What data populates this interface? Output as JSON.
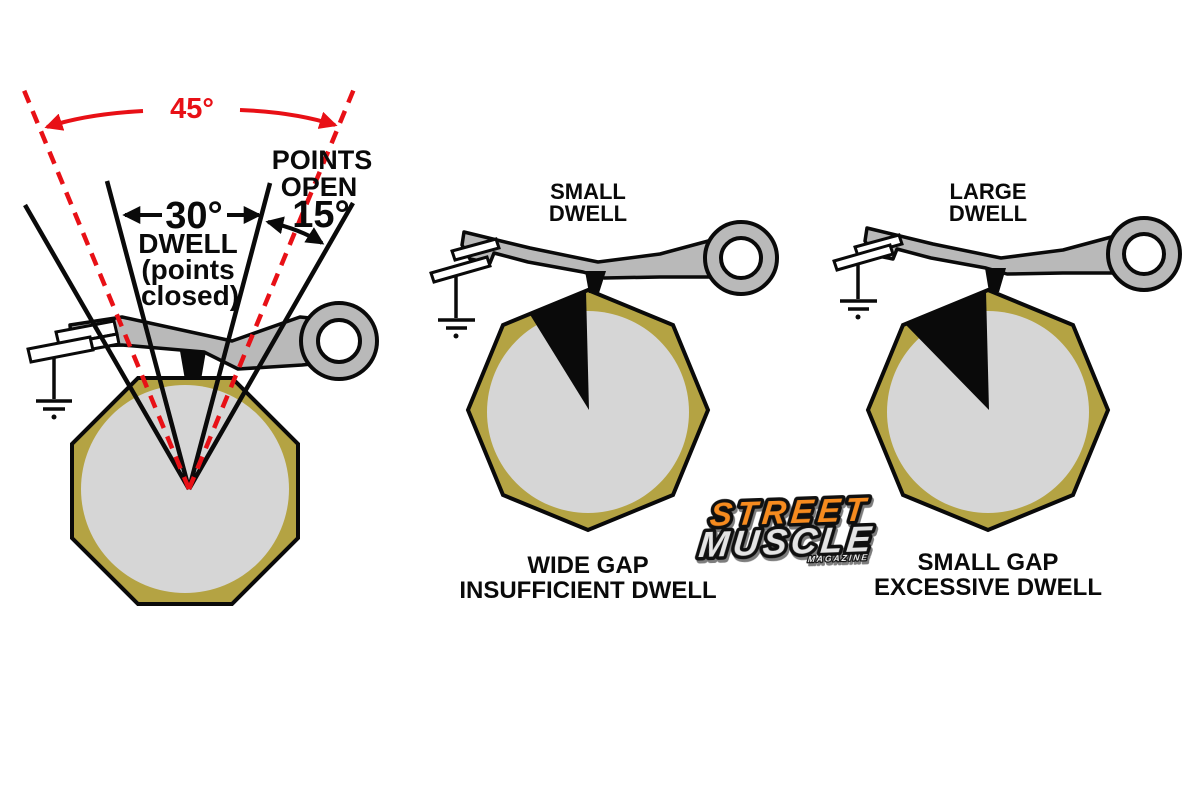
{
  "colors": {
    "cam_lobe": "#b4a343",
    "cam_face": "#d6d6d6",
    "arm_gray": "#b9b9b9",
    "outline_black": "#0a0a0a",
    "annotation_red": "#e81016",
    "logo_orange": "#f68b1f",
    "logo_silver": "#e4e4e4"
  },
  "left": {
    "rotation_total": "45°",
    "points_open_label_1": "POINTS",
    "points_open_label_2": "OPEN",
    "points_open_angle": "15°",
    "dwell_angle": "30°",
    "dwell_label_1": "DWELL",
    "dwell_label_2": "(points",
    "dwell_label_3": "closed)"
  },
  "middle": {
    "title_1": "SMALL",
    "title_2": "DWELL",
    "caption_1": "WIDE GAP",
    "caption_2": "INSUFFICIENT DWELL"
  },
  "right": {
    "title_1": "LARGE",
    "title_2": "DWELL",
    "caption_1": "SMALL GAP",
    "caption_2": "EXCESSIVE DWELL"
  },
  "logo": {
    "word_1": "STREET",
    "word_2": "MUSCLE",
    "word_3": "MAGAZINE"
  }
}
